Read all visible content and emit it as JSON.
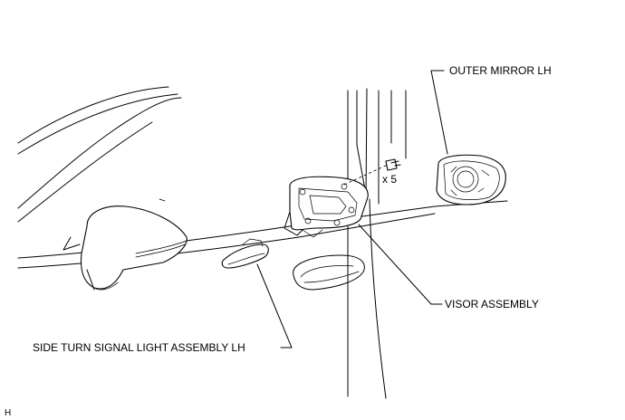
{
  "labels": {
    "outer_mirror": "OUTER MIRROR LH",
    "visor_assembly": "VISOR ASSEMBLY",
    "side_turn_signal": "SIDE TURN SIGNAL LIGHT ASSEMBLY LH",
    "quantity": "x 5",
    "corner_mark": "H"
  }
}
